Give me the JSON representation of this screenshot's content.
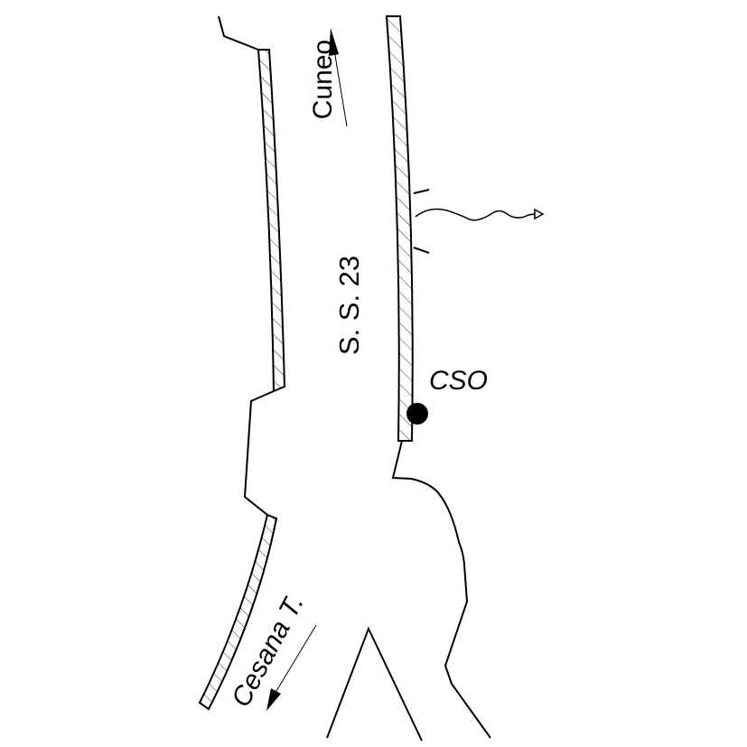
{
  "labels": {
    "road": "S. S. 23",
    "north_direction": "Cuneo",
    "south_direction": "Cesana T.",
    "outfall": "CSO"
  },
  "colors": {
    "line": "#000000",
    "background": "#ffffff"
  }
}
